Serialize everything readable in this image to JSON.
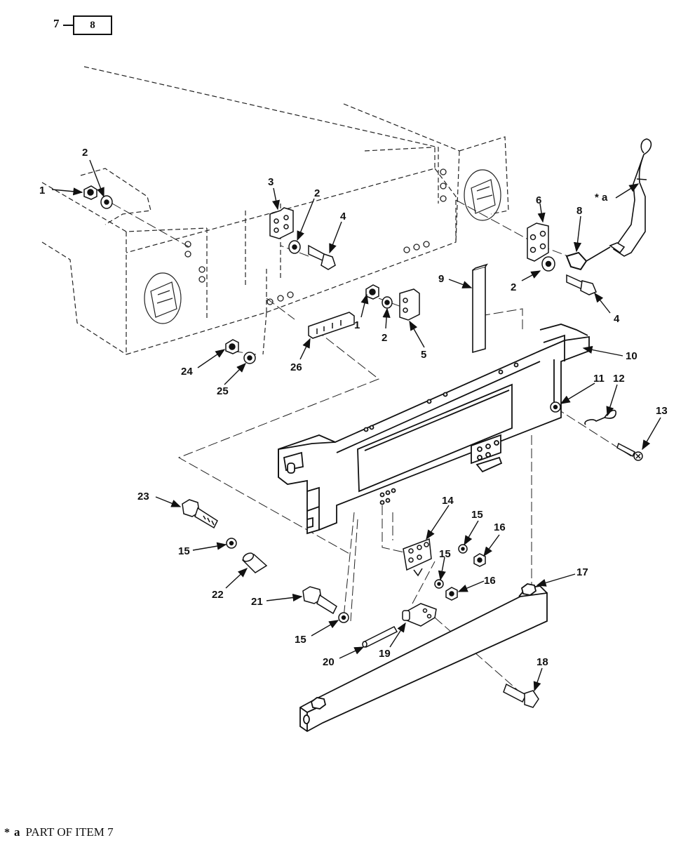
{
  "figure_ref": {
    "major": "7",
    "sub": "8"
  },
  "callouts": [
    {
      "id": "c1a",
      "text": "1"
    },
    {
      "id": "c2a",
      "text": "2"
    },
    {
      "id": "c3",
      "text": "3"
    },
    {
      "id": "c2b",
      "text": "2"
    },
    {
      "id": "c4a",
      "text": "4"
    },
    {
      "id": "c6",
      "text": "6"
    },
    {
      "id": "c8",
      "text": "8"
    },
    {
      "id": "ca",
      "text": "* a"
    },
    {
      "id": "c9",
      "text": "9"
    },
    {
      "id": "c2c",
      "text": "2"
    },
    {
      "id": "c4b",
      "text": "4"
    },
    {
      "id": "c1b",
      "text": "1"
    },
    {
      "id": "c2d",
      "text": "2"
    },
    {
      "id": "c5",
      "text": "5"
    },
    {
      "id": "c24",
      "text": "24"
    },
    {
      "id": "c25",
      "text": "25"
    },
    {
      "id": "c26",
      "text": "26"
    },
    {
      "id": "c10",
      "text": "10"
    },
    {
      "id": "c11",
      "text": "11"
    },
    {
      "id": "c12",
      "text": "12"
    },
    {
      "id": "c13",
      "text": "13"
    },
    {
      "id": "c23",
      "text": "23"
    },
    {
      "id": "c15a",
      "text": "15"
    },
    {
      "id": "c22",
      "text": "22"
    },
    {
      "id": "c14",
      "text": "14"
    },
    {
      "id": "c15b",
      "text": "15"
    },
    {
      "id": "c16a",
      "text": "16"
    },
    {
      "id": "c15c",
      "text": "15"
    },
    {
      "id": "c16b",
      "text": "16"
    },
    {
      "id": "c17",
      "text": "17"
    },
    {
      "id": "c21",
      "text": "21"
    },
    {
      "id": "c15d",
      "text": "15"
    },
    {
      "id": "c20",
      "text": "20"
    },
    {
      "id": "c19",
      "text": "19"
    },
    {
      "id": "c18",
      "text": "18"
    }
  ],
  "footnote": {
    "marker": "*",
    "tag": "a",
    "text": "PART OF ITEM  7"
  }
}
